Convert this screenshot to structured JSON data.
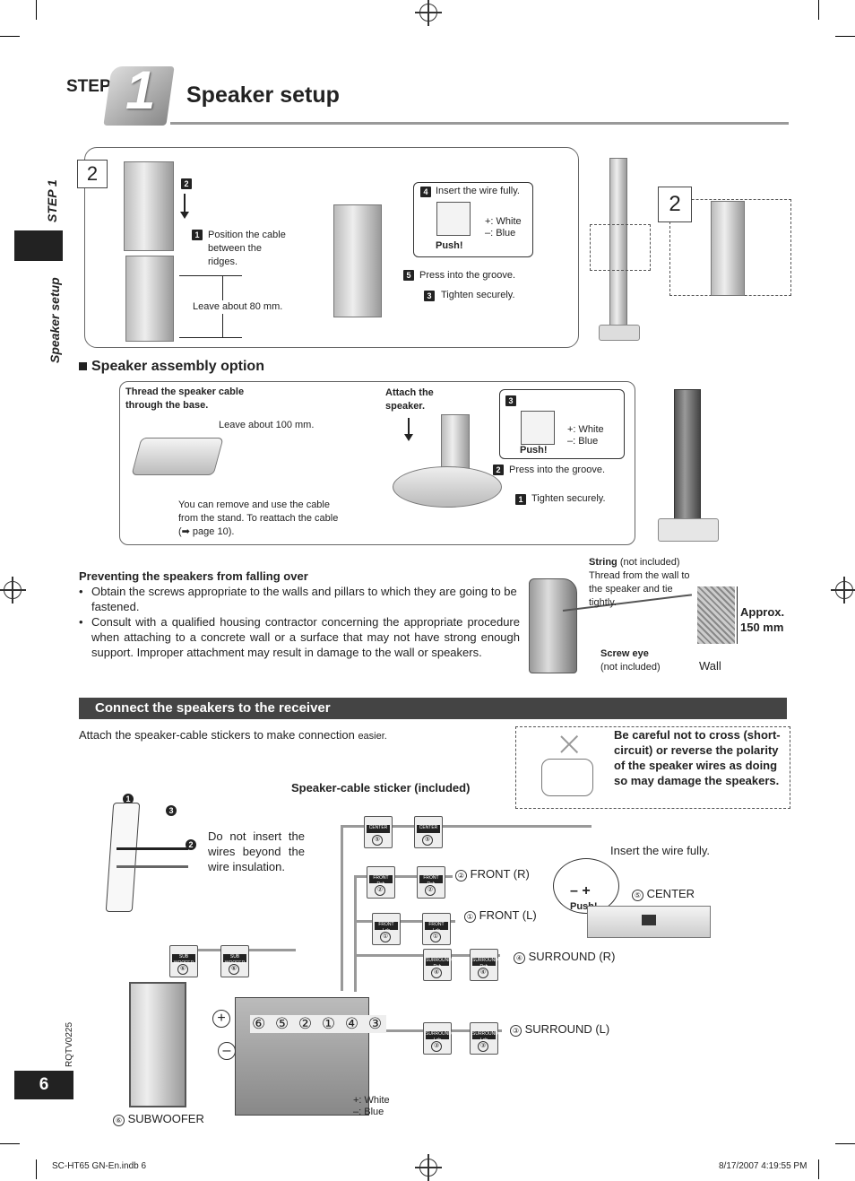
{
  "header": {
    "step_label": "STEP",
    "step_number": "1",
    "title": "Speaker setup"
  },
  "sidebar": {
    "step_text": "STEP 1",
    "section_text": "Speaker setup",
    "doc_code": "RQTV0225",
    "page_number": "6"
  },
  "panel1": {
    "box_number": "2",
    "n2": "2",
    "n1": "1",
    "position_cable": "Position the cable between the ridges.",
    "leave_80": "Leave about 80 mm.",
    "n4": "4",
    "insert_fully": "Insert the wire fully.",
    "plus_white": "+: White",
    "minus_blue": "–: Blue",
    "push": "Push!",
    "n5": "5",
    "press_groove": "Press into the groove.",
    "n3": "3",
    "tighten": "Tighten securely.",
    "box2_number": "2"
  },
  "assembly": {
    "heading": "Speaker assembly option",
    "thread_cable": "Thread the speaker cable through the base.",
    "leave_100": "Leave about 100 mm.",
    "remove_cable": "You can remove and use the cable from the stand. To reattach the cable (➡ page 10).",
    "attach_speaker": "Attach the speaker.",
    "n3": "3",
    "plus_white": "+: White",
    "minus_blue": "–: Blue",
    "push": "Push!",
    "n2": "2",
    "press_groove": "Press into the groove.",
    "n1": "1",
    "tighten": "Tighten securely."
  },
  "falling": {
    "heading": "Preventing the speakers from falling over",
    "bullets": [
      "Obtain the screws appropriate to the walls and pillars to which they are going to be fastened.",
      "Consult with a qualified housing contractor concerning the appropriate procedure when attaching to a concrete wall or a surface that may not have strong enough support. Improper attachment may result in damage to the wall or speakers."
    ],
    "string_bold": "String",
    "string_rest": " (not included)",
    "string_desc": "Thread from the wall to the speaker and tie tightly.",
    "approx": "Approx.",
    "approx2": "150 mm",
    "screw_eye": "Screw eye",
    "not_included": "(not included)",
    "wall": "Wall"
  },
  "connect": {
    "heading": "Connect the speakers to the receiver",
    "intro_main": "Attach the speaker-cable stickers to make connection ",
    "intro_small": "easier.",
    "warning": "Be careful not to cross (short-circuit) or reverse the polarity of the speaker wires as doing so may damage the speakers.",
    "sticker_label": "Speaker-cable sticker (included)",
    "do_not_insert": "Do not insert the wires beyond the wire insulation.",
    "insert_fully": "Insert the wire fully.",
    "push": "Push!",
    "front_r": "FRONT (R)",
    "front_l": "FRONT (L)",
    "center": "CENTER",
    "surround_r": "SURROUND (R)",
    "surround_l": "SURROUND (L)",
    "subwoofer": "SUBWOOFER",
    "plus_white": "+: White",
    "minus_blue": "–: Blue",
    "terminal_order": "⑥ ⑤ ② ① ④ ③",
    "c1": "①",
    "c2": "②",
    "c3": "③",
    "c4": "④",
    "c5": "⑤",
    "c6": "⑥",
    "n1": "1",
    "n2": "2",
    "n3": "3",
    "sticker_center": "CENTER",
    "sticker_front_r": "FRONT Rch",
    "sticker_front_l": "FRONT Lch",
    "sticker_sur_r": "SURROUND Rch",
    "sticker_sur_l": "SURROUND Lch",
    "sticker_sub": "SUB WOOFER"
  },
  "footer": {
    "file": "SC-HT65 GN-En.indb   6",
    "date": "8/17/2007   4:19:55 PM"
  }
}
